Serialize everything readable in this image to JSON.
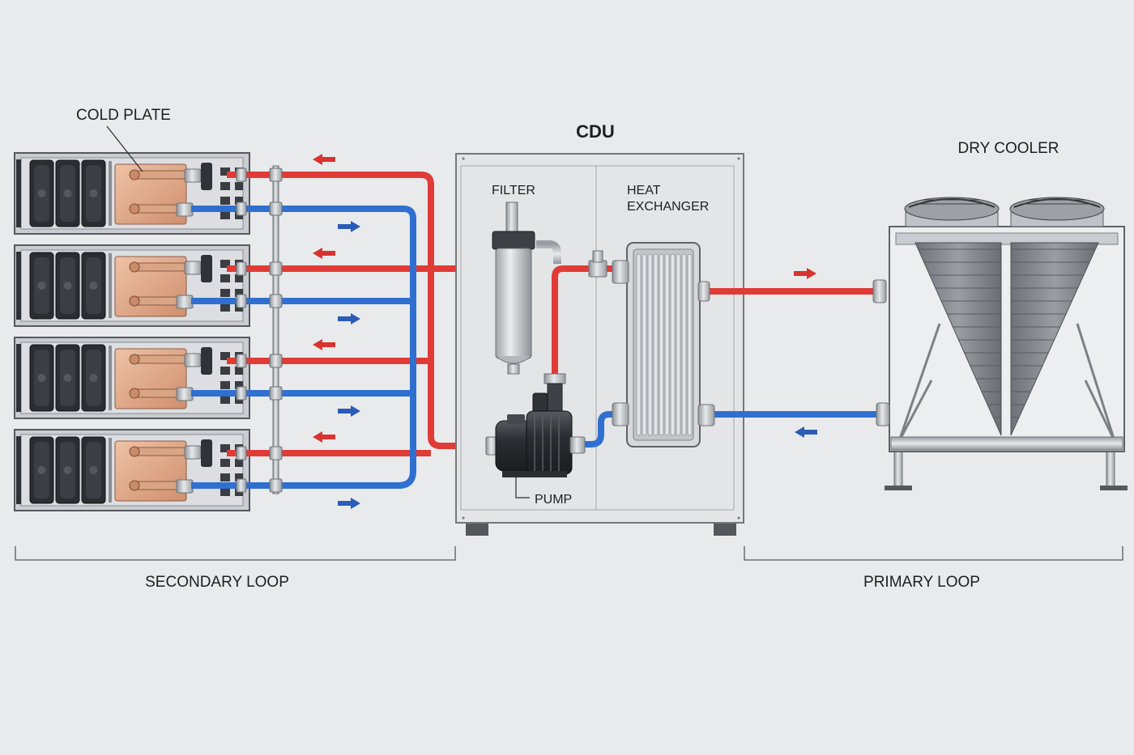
{
  "labels": {
    "cold_plate": "COLD PLATE",
    "cdu": "CDU",
    "filter": "FILTER",
    "heat_exchanger_line1": "HEAT",
    "heat_exchanger_line2": "EXCHANGER",
    "pump": "PUMP",
    "dry_cooler": "DRY COOLER",
    "secondary_loop": "SECONDARY LOOP",
    "primary_loop": "PRIMARY LOOP"
  },
  "servers": {
    "count": 4
  },
  "colors": {
    "background": "#e9eaec",
    "hot_pipe": "#e03b36",
    "cold_pipe": "#2f6fd0",
    "hot_arrow": "#d8332e",
    "cold_arrow": "#2a5cb8",
    "copper": "#e2a98a",
    "frame": "#b9bcc0"
  },
  "icons": {
    "server": "server-rack-icon",
    "fan": "fan-icon",
    "filter": "filter-canister-icon",
    "pump": "pump-icon",
    "heat_exchanger": "plate-heat-exchanger-icon",
    "dry_cooler": "dry-cooler-icon"
  }
}
